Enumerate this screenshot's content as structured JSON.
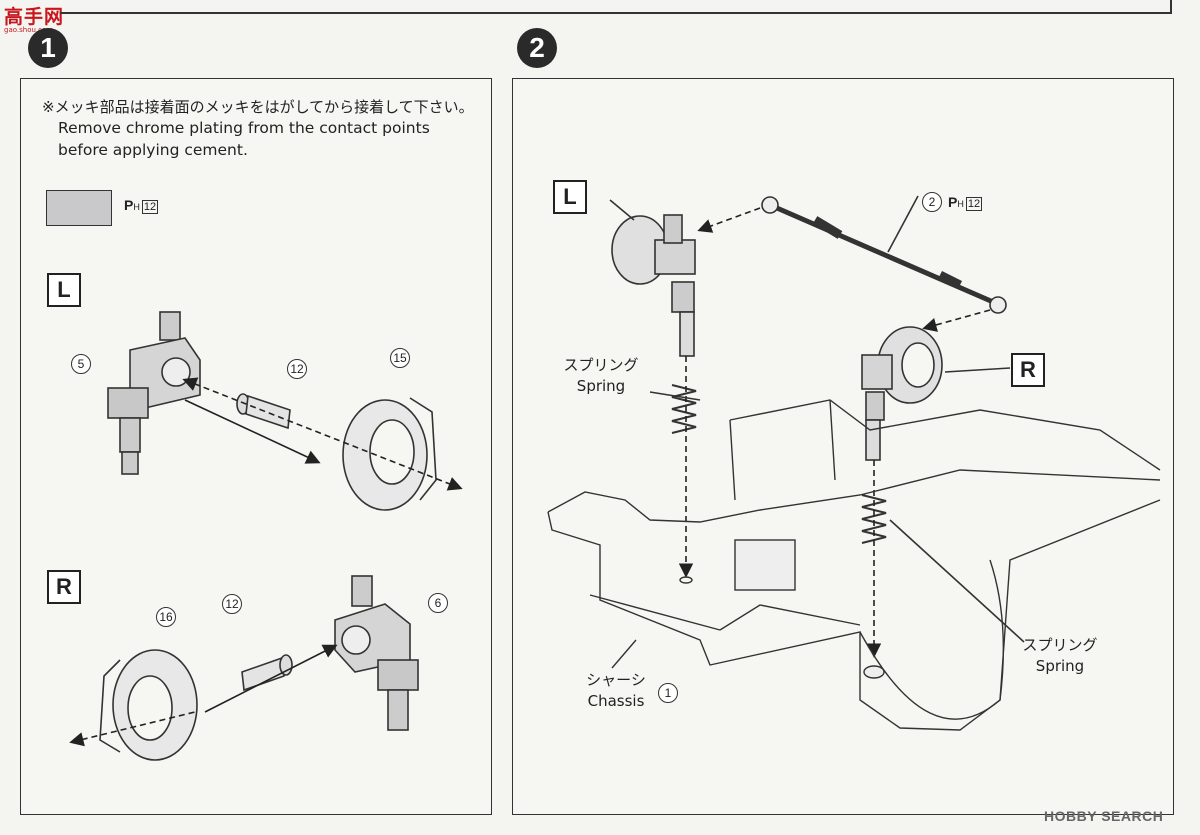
{
  "watermark": {
    "logo": "高手网",
    "site": "gao.shou.com"
  },
  "step1": {
    "number": "1",
    "note_jp": "※メッキ部品は接着面のメッキをはがしてから接着して下さい。",
    "note_en_1": "Remove chrome plating from the contact points",
    "note_en_2": "before applying cement.",
    "legend": {
      "label": "P",
      "sub": "H",
      "num": "12"
    },
    "left_label": "L",
    "right_label": "R",
    "parts": {
      "p5": "5",
      "p12a": "12",
      "p15": "15",
      "p16": "16",
      "p12b": "12",
      "p6": "6"
    }
  },
  "step2": {
    "number": "2",
    "left_label": "L",
    "right_label": "R",
    "part_ref": {
      "circle": "2",
      "label": "P",
      "sub": "H",
      "num": "12"
    },
    "spring_left_jp": "スプリング",
    "spring_left_en": "Spring",
    "spring_right_jp": "スプリング",
    "spring_right_en": "Spring",
    "chassis_jp": "シャーシ",
    "chassis_en": "Chassis",
    "chassis_num": "1"
  },
  "footer": {
    "brand": "HOBBY SEARCH"
  }
}
